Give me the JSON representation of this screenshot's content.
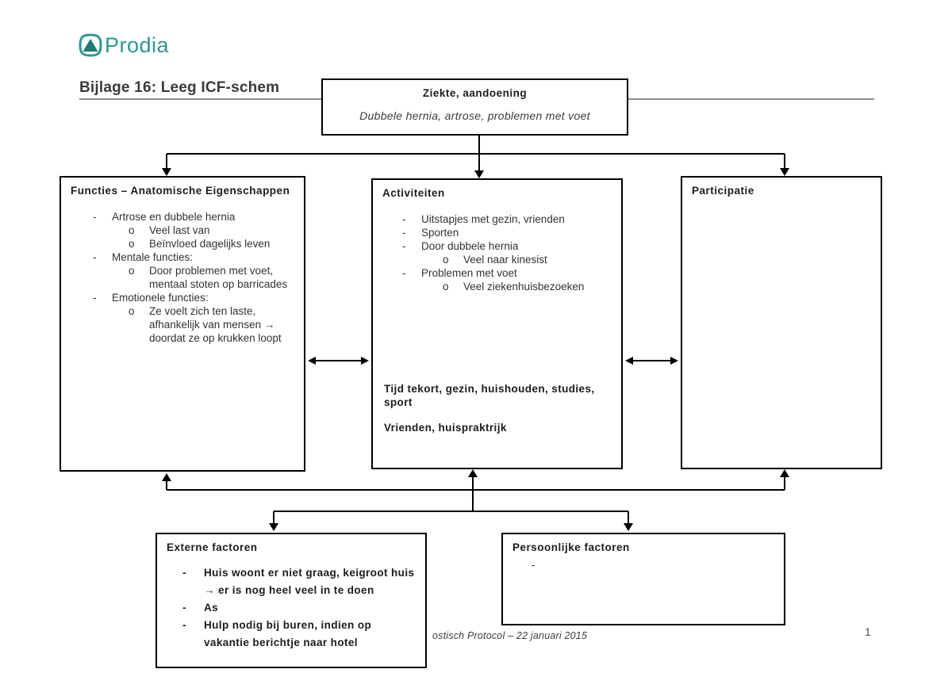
{
  "colors": {
    "accent_teal": "#2E968F",
    "accent_teal_dark": "#1F7A74",
    "line_black": "#000000",
    "rule_gray": "#8F8F8F"
  },
  "logo": {
    "brand": "Prodia"
  },
  "header": {
    "title": "Bijlage 16: Leeg ICF-schem"
  },
  "footer": {
    "text": "ostisch Protocol – 22 januari 2015",
    "page_number": "1"
  },
  "diagram": {
    "markers": {
      "l1": "-",
      "l2": "o"
    },
    "ziekte": {
      "title": "Ziekte, aandoening",
      "subtitle": "Dubbele hernia, artrose, problemen met voet"
    },
    "functies": {
      "title": "Functies – Anatomische Eigenschappen",
      "items": [
        {
          "level": 1,
          "text": "Artrose en dubbele hernia"
        },
        {
          "level": 2,
          "text": "Veel last van"
        },
        {
          "level": 2,
          "text": "Beïnvloed dagelijks leven"
        },
        {
          "level": 1,
          "text": "Mentale functies:"
        },
        {
          "level": 2,
          "text": "Door problemen met voet, mentaal stoten op barricades"
        },
        {
          "level": 1,
          "text": "Emotionele functies:"
        },
        {
          "level": 2,
          "text": "Ze voelt zich ten laste, afhankelijk van mensen → doordat ze op krukken loopt"
        }
      ]
    },
    "activiteiten": {
      "title": "Activiteiten",
      "items": [
        {
          "level": 1,
          "text": "Uitstapjes met gezin, vrienden"
        },
        {
          "level": 1,
          "text": "Sporten"
        },
        {
          "level": 1,
          "text": "Door dubbele hernia"
        },
        {
          "level": 2,
          "text": "Veel naar kinesist"
        },
        {
          "level": 1,
          "text": "Problemen met voet"
        },
        {
          "level": 2,
          "text": "Veel ziekenhuisbezoeken"
        }
      ],
      "notes": [
        "Tijd tekort, gezin, huishouden, studies, sport",
        "Vrienden, huispraktrijk"
      ]
    },
    "participatie": {
      "title": "Participatie"
    },
    "externe": {
      "title": "Externe factoren",
      "items": [
        {
          "level": 1,
          "text": "Huis woont er niet graag, keigroot huis → er is nog heel veel in te doen"
        },
        {
          "level": 1,
          "text": "As"
        },
        {
          "level": 1,
          "text": "Hulp nodig bij buren, indien op vakantie berichtje naar hotel"
        }
      ]
    },
    "persoonlijke": {
      "title": "Persoonlijke factoren",
      "items": [
        {
          "level": 1,
          "text": ""
        }
      ]
    }
  }
}
